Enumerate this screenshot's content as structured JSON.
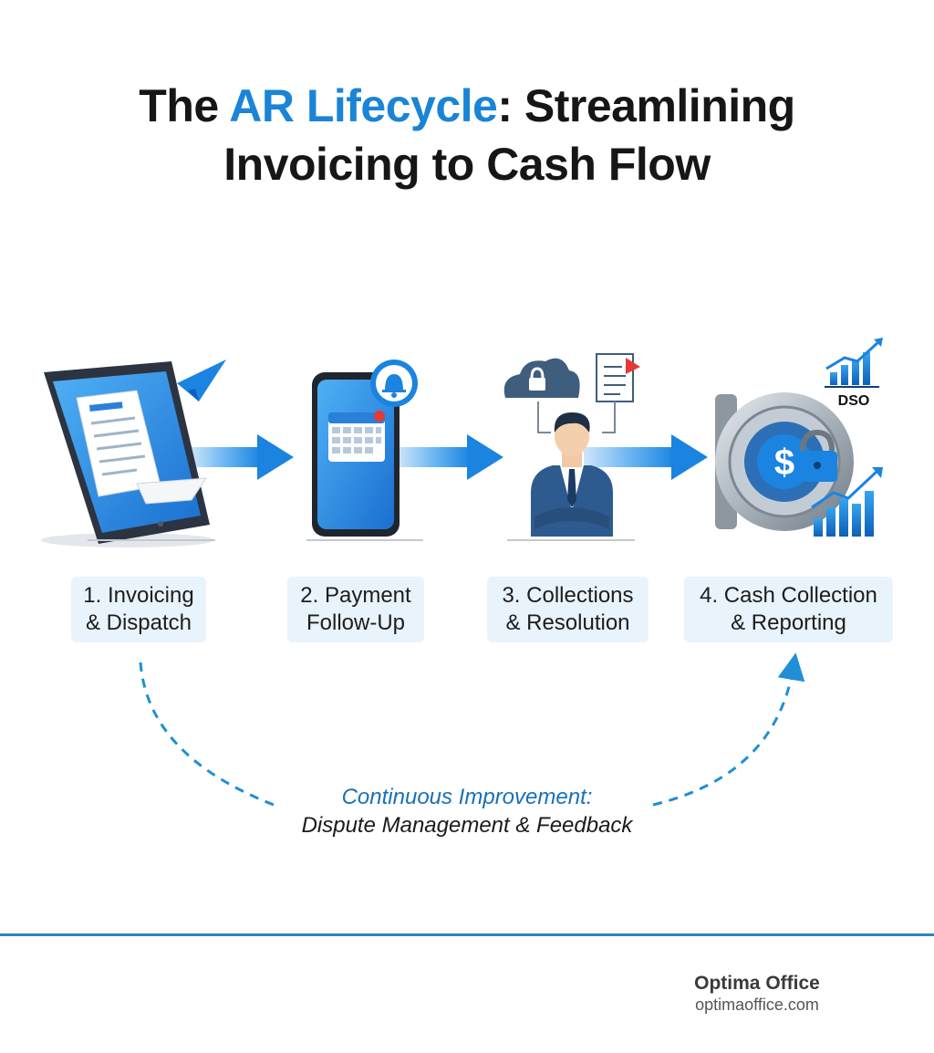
{
  "title": {
    "pre": "The ",
    "accent": "AR Lifecycle",
    "post_line1": ": Streamlining",
    "line2": "Invoicing to Cash Flow"
  },
  "steps": [
    {
      "label": "1. Invoicing\n& Dispatch",
      "icon": "tablet-invoice-icon"
    },
    {
      "label": "2. Payment\nFollow-Up",
      "icon": "phone-calendar-bell-icon"
    },
    {
      "label": "3. Collections\n& Resolution",
      "icon": "businessman-cloud-document-icon"
    },
    {
      "label": "4. Cash Collection\n& Reporting",
      "icon": "vault-dollar-chart-icon"
    }
  ],
  "dso_label": "DSO",
  "loop": {
    "line1": "Continuous Improvement:",
    "line2": "Dispute Management & Feedback"
  },
  "footer": {
    "brand": "Optima Office",
    "url": "optimaoffice.com"
  },
  "colors": {
    "accent": "#1a84d6",
    "arrow": "#1e88e5",
    "label_bg": "#e9f3fb",
    "footer_line": "#2a86b3"
  }
}
